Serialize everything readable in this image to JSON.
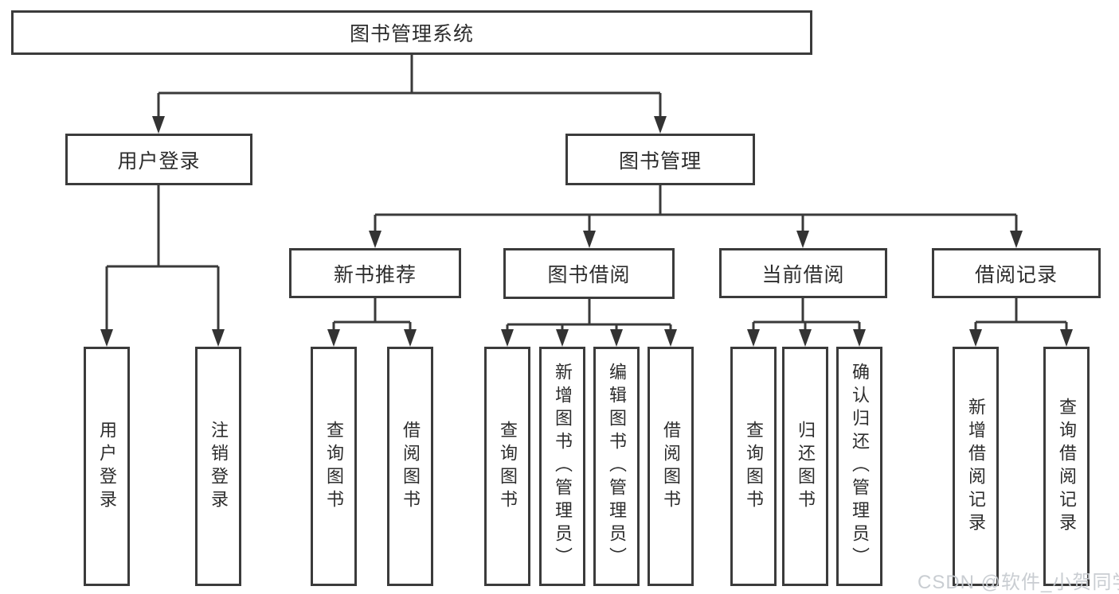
{
  "diagram_title": "图书管理系统",
  "watermark": "CSDN @软件_小贺同学",
  "colors": {
    "line": "#3a3a3a",
    "box_border": "#3b3b3b",
    "text": "#2d2d2d",
    "background": "#ffffff",
    "watermark": "#c6cad0"
  },
  "tree": {
    "root": "图书管理系统",
    "level2": [
      "用户登录",
      "图书管理"
    ],
    "level3": [
      "新书推荐",
      "图书借阅",
      "当前借阅",
      "借阅记录"
    ],
    "leaves": {
      "user_login": [
        "用户登录",
        "注销登录"
      ],
      "new_book": [
        "查询图书",
        "借阅图书"
      ],
      "borrow": [
        "查询图书",
        "新增图书（管理员）",
        "编辑图书（管理员）",
        "借阅图书"
      ],
      "current": [
        "查询图书",
        "归还图书",
        "确认归还（管理员）"
      ],
      "records": [
        "新增借阅记录",
        "查询借阅记录"
      ]
    }
  }
}
